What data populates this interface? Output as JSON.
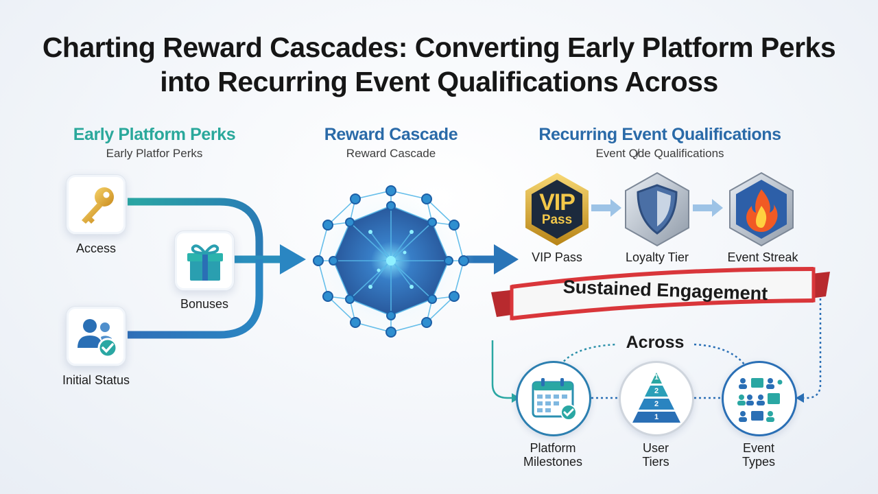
{
  "title": "Charting Reward Cascades: Converting Early Platform Perks into Recurring Event Qualifications Across",
  "columns": {
    "perks": {
      "heading": "Early Platform Perks",
      "sub": "Early Platfor Perks"
    },
    "cascade": {
      "heading": "Reward Cascade",
      "sub": "Reward Cascade"
    },
    "qualifications": {
      "heading": "Recurring Event Qualifications",
      "sub": "Event Q̸de Qualifications"
    }
  },
  "perks": [
    {
      "label": "Access",
      "icon": "key-icon"
    },
    {
      "label": "Bonuses",
      "icon": "gift-icon"
    },
    {
      "label": "Initial Status",
      "icon": "users-check-icon"
    }
  ],
  "badges": [
    {
      "label": "VIP Pass",
      "icon": "vip-pass-badge",
      "text_top": "VIP",
      "text_bottom": "Pass"
    },
    {
      "label": "Loyalty Tier",
      "icon": "shield-icon"
    },
    {
      "label": "Event Streak",
      "icon": "flame-icon"
    }
  ],
  "ribbon": "Sustained Engagement",
  "across": "Across",
  "bottom": [
    {
      "label_line1": "Platform",
      "label_line2": "Milestones",
      "icon": "calendar-check-icon"
    },
    {
      "label_line1": "User",
      "label_line2": "Tiers",
      "icon": "pyramid-icon",
      "tiers": [
        "1",
        "2",
        "2",
        "1"
      ]
    },
    {
      "label_line1": "Event",
      "label_line2": "Types",
      "icon": "event-types-icon"
    }
  ],
  "colors": {
    "teal": "#2aa7a3",
    "blue": "#2a6fb5",
    "heading_blue": "#2a6aa8",
    "heading_teal": "#2aa89b",
    "gold": "#d6a52a",
    "ribbon_red": "#d9363a"
  }
}
